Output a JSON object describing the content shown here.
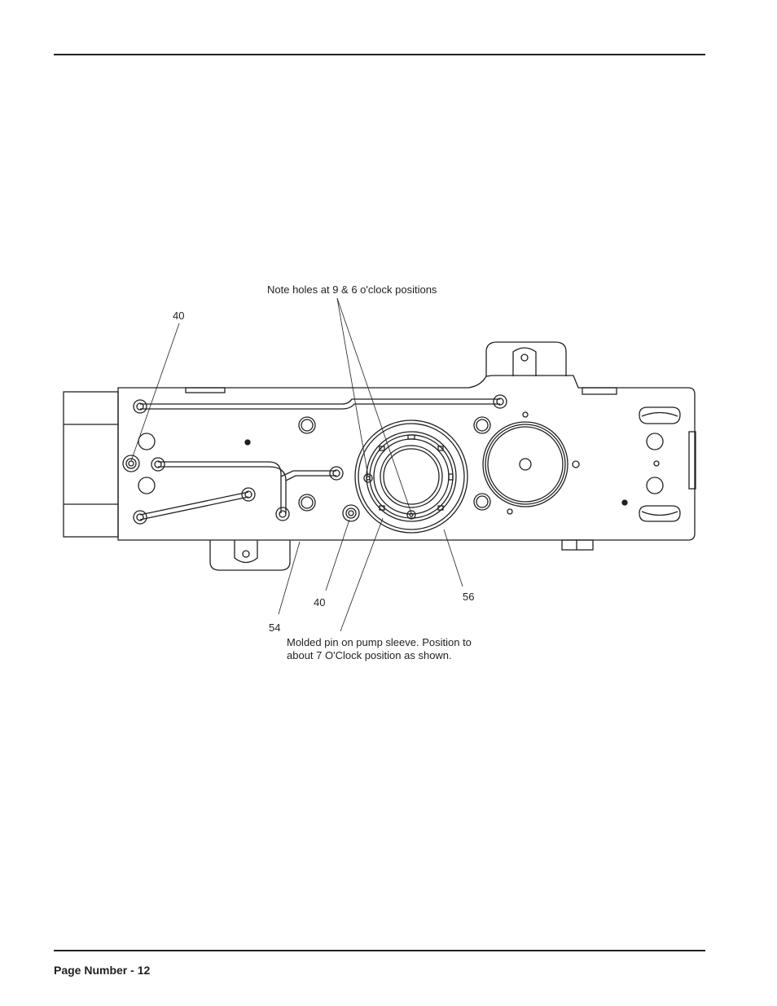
{
  "diagram": {
    "note_top": "Note holes at 9 & 6 o'clock positions",
    "callout_40_top": "40",
    "callout_40_bottom": "40",
    "callout_54": "54",
    "callout_56": "56",
    "note_bottom_line1": "Molded pin on pump sleeve.  Position to",
    "note_bottom_line2": "about 7 O'Clock position as shown."
  },
  "footer": {
    "page_number": "Page Number - 12"
  }
}
